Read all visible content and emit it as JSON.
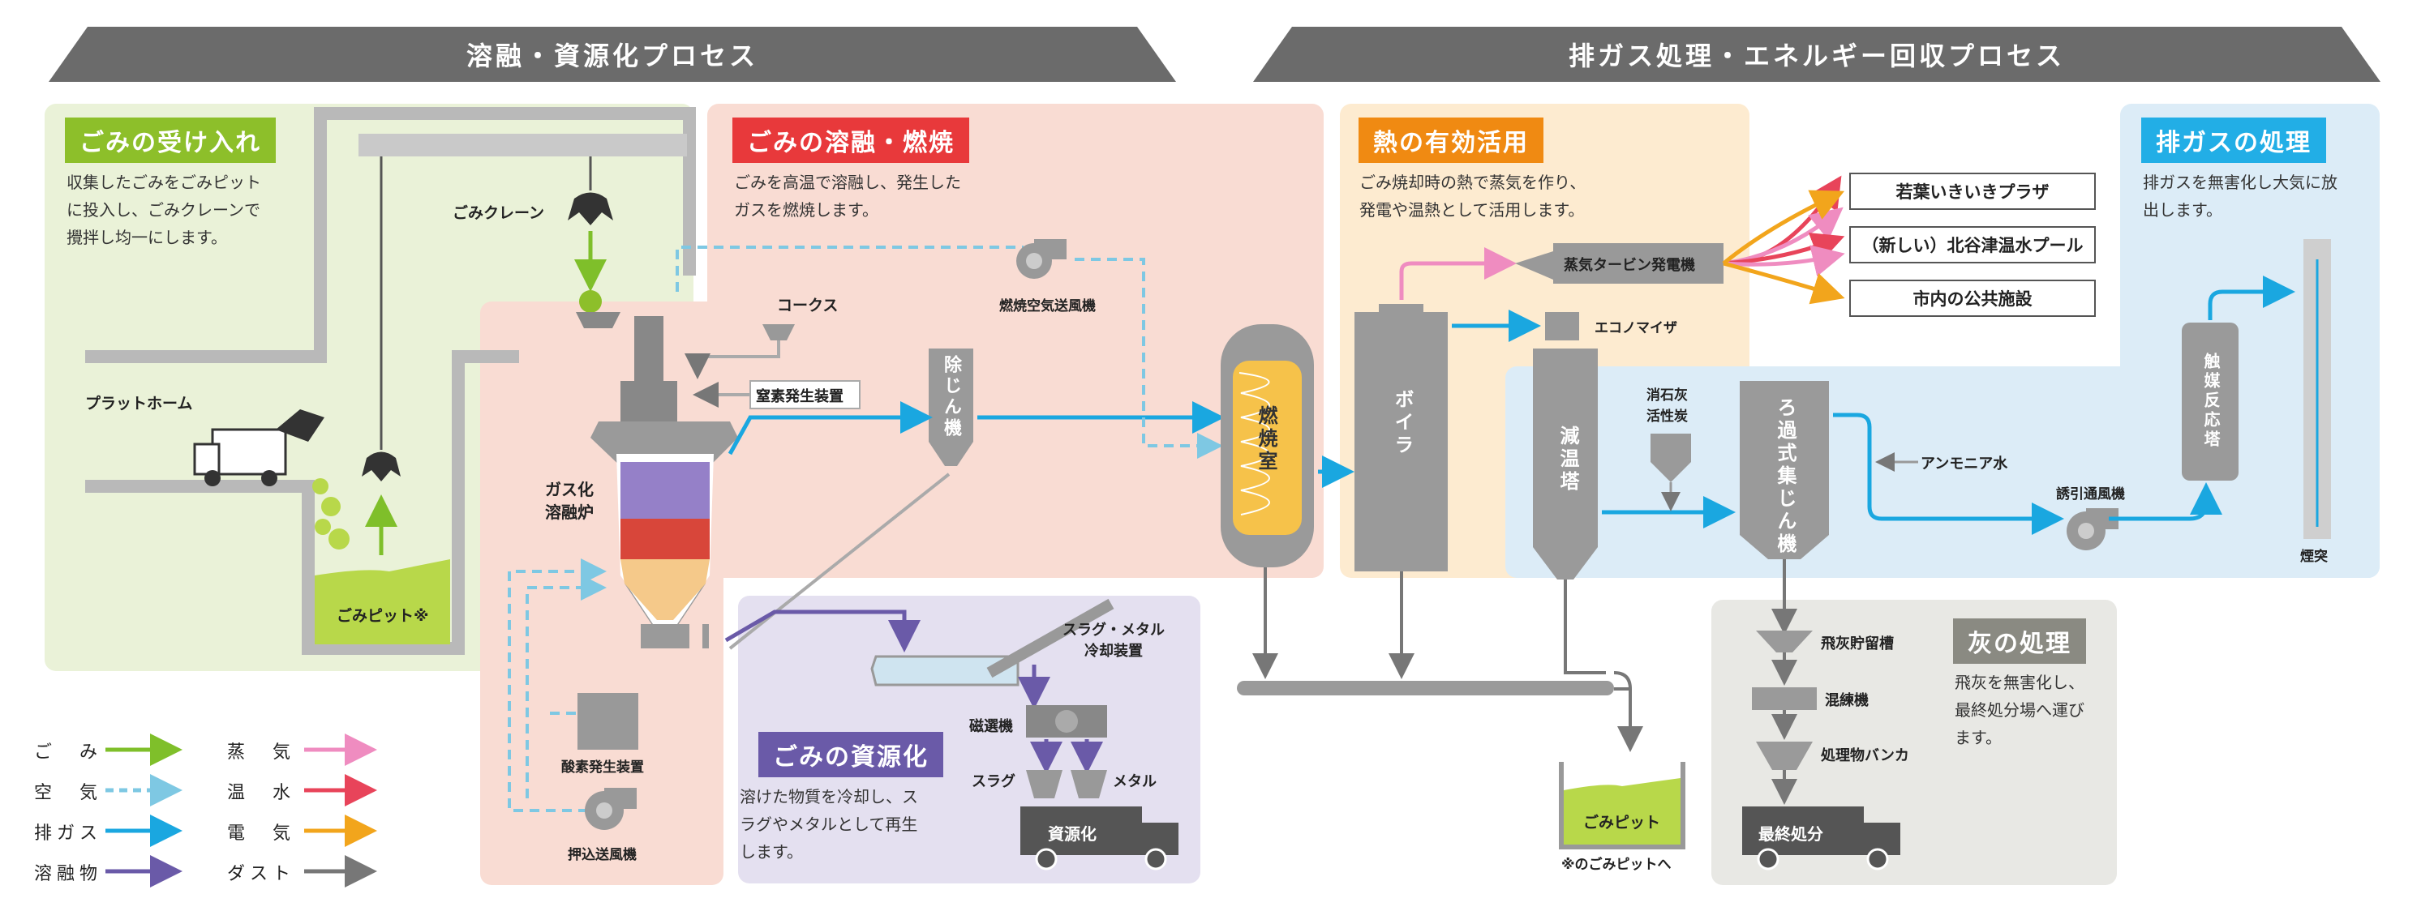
{
  "banners": {
    "left": "溶融・資源化プロセス",
    "right": "排ガス処理・エネルギー回収プロセス"
  },
  "sections": {
    "reception": {
      "title": "ごみの受け入れ",
      "desc": [
        "収集したごみをごみピット",
        "に投入し、ごみクレーンで",
        "攪拌し均一にします。"
      ]
    },
    "melting": {
      "title": "ごみの溶融・燃焼",
      "desc": [
        "ごみを高温で溶融し、発生した",
        "ガスを燃焼します。"
      ]
    },
    "heat": {
      "title": "熱の有効活用",
      "desc": [
        "ごみ焼却時の熱で蒸気を作り、",
        "発電や温熱として活用します。"
      ]
    },
    "exhaust": {
      "title": "排ガスの処理",
      "desc": [
        "排ガスを無害化し大気に放",
        "出します。"
      ]
    },
    "recycle": {
      "title": "ごみの資源化",
      "desc": [
        "溶けた物質を冷却し、ス",
        "ラグやメタルとして再生",
        "します。"
      ]
    },
    "ash": {
      "title": "灰の処理",
      "desc": [
        "飛灰を無害化し、",
        "最終処分場へ運び",
        "ます。"
      ]
    }
  },
  "labels": {
    "crane": "ごみクレーン",
    "platform": "プラットホーム",
    "pit": "ごみピット※",
    "coke": "コークス",
    "nitrogen": "窒素発生装置",
    "dust_remover": "除じん機",
    "fan_combustion": "燃焼空気送風機",
    "furnace": "ガス化\n溶融炉",
    "oxygen": "酸素発生装置",
    "push_fan": "押込送風機",
    "combustion_chamber": "燃焼室",
    "boiler": "ボイラ",
    "turbine": "蒸気タービン発電機",
    "economizer": "エコノマイザ",
    "cooling_tower": "減温塔",
    "lime": "消石灰\n活性炭",
    "bag_filter": "ろ過式集じん機",
    "ammonia": "アンモニア水",
    "induced_fan": "誘引通風機",
    "catalyst": "触媒反応塔",
    "chimney": "煙突",
    "slag_cooler": "スラグ・メタル\n冷却装置",
    "magnet": "磁選機",
    "slag": "スラグ",
    "metal": "メタル",
    "recycle_truck": "資源化",
    "pit2": "ごみピット",
    "pit2_note": "※のごみピットへ",
    "fly_ash_tank": "飛灰貯留槽",
    "kneader": "混練機",
    "bunker": "処理物バンカ",
    "final_truck": "最終処分"
  },
  "destinations": [
    "若葉いきいきプラザ",
    "（新しい）北谷津温水プール",
    "市内の公共施設"
  ],
  "legend": [
    {
      "name": "ご　み",
      "color": "#7fbf2a",
      "style": "solid"
    },
    {
      "name": "空　気",
      "color": "#7ec8e3",
      "style": "dashed"
    },
    {
      "name": "排ガス",
      "color": "#1aa7e0",
      "style": "solid"
    },
    {
      "name": "溶融物",
      "color": "#6a5aa8",
      "style": "solid"
    },
    {
      "name": "蒸　気",
      "color": "#ef8cc0",
      "style": "solid"
    },
    {
      "name": "温　水",
      "color": "#e8445a",
      "style": "solid"
    },
    {
      "name": "電　気",
      "color": "#f2a51c",
      "style": "solid"
    },
    {
      "name": "ダスト",
      "color": "#777777",
      "style": "solid"
    }
  ],
  "colors": {
    "green": "#8dbf2a",
    "red": "#e8393b",
    "orange": "#f08a12",
    "cyan": "#22aee6",
    "purple": "#6a5aa8",
    "gray": "#777777"
  }
}
